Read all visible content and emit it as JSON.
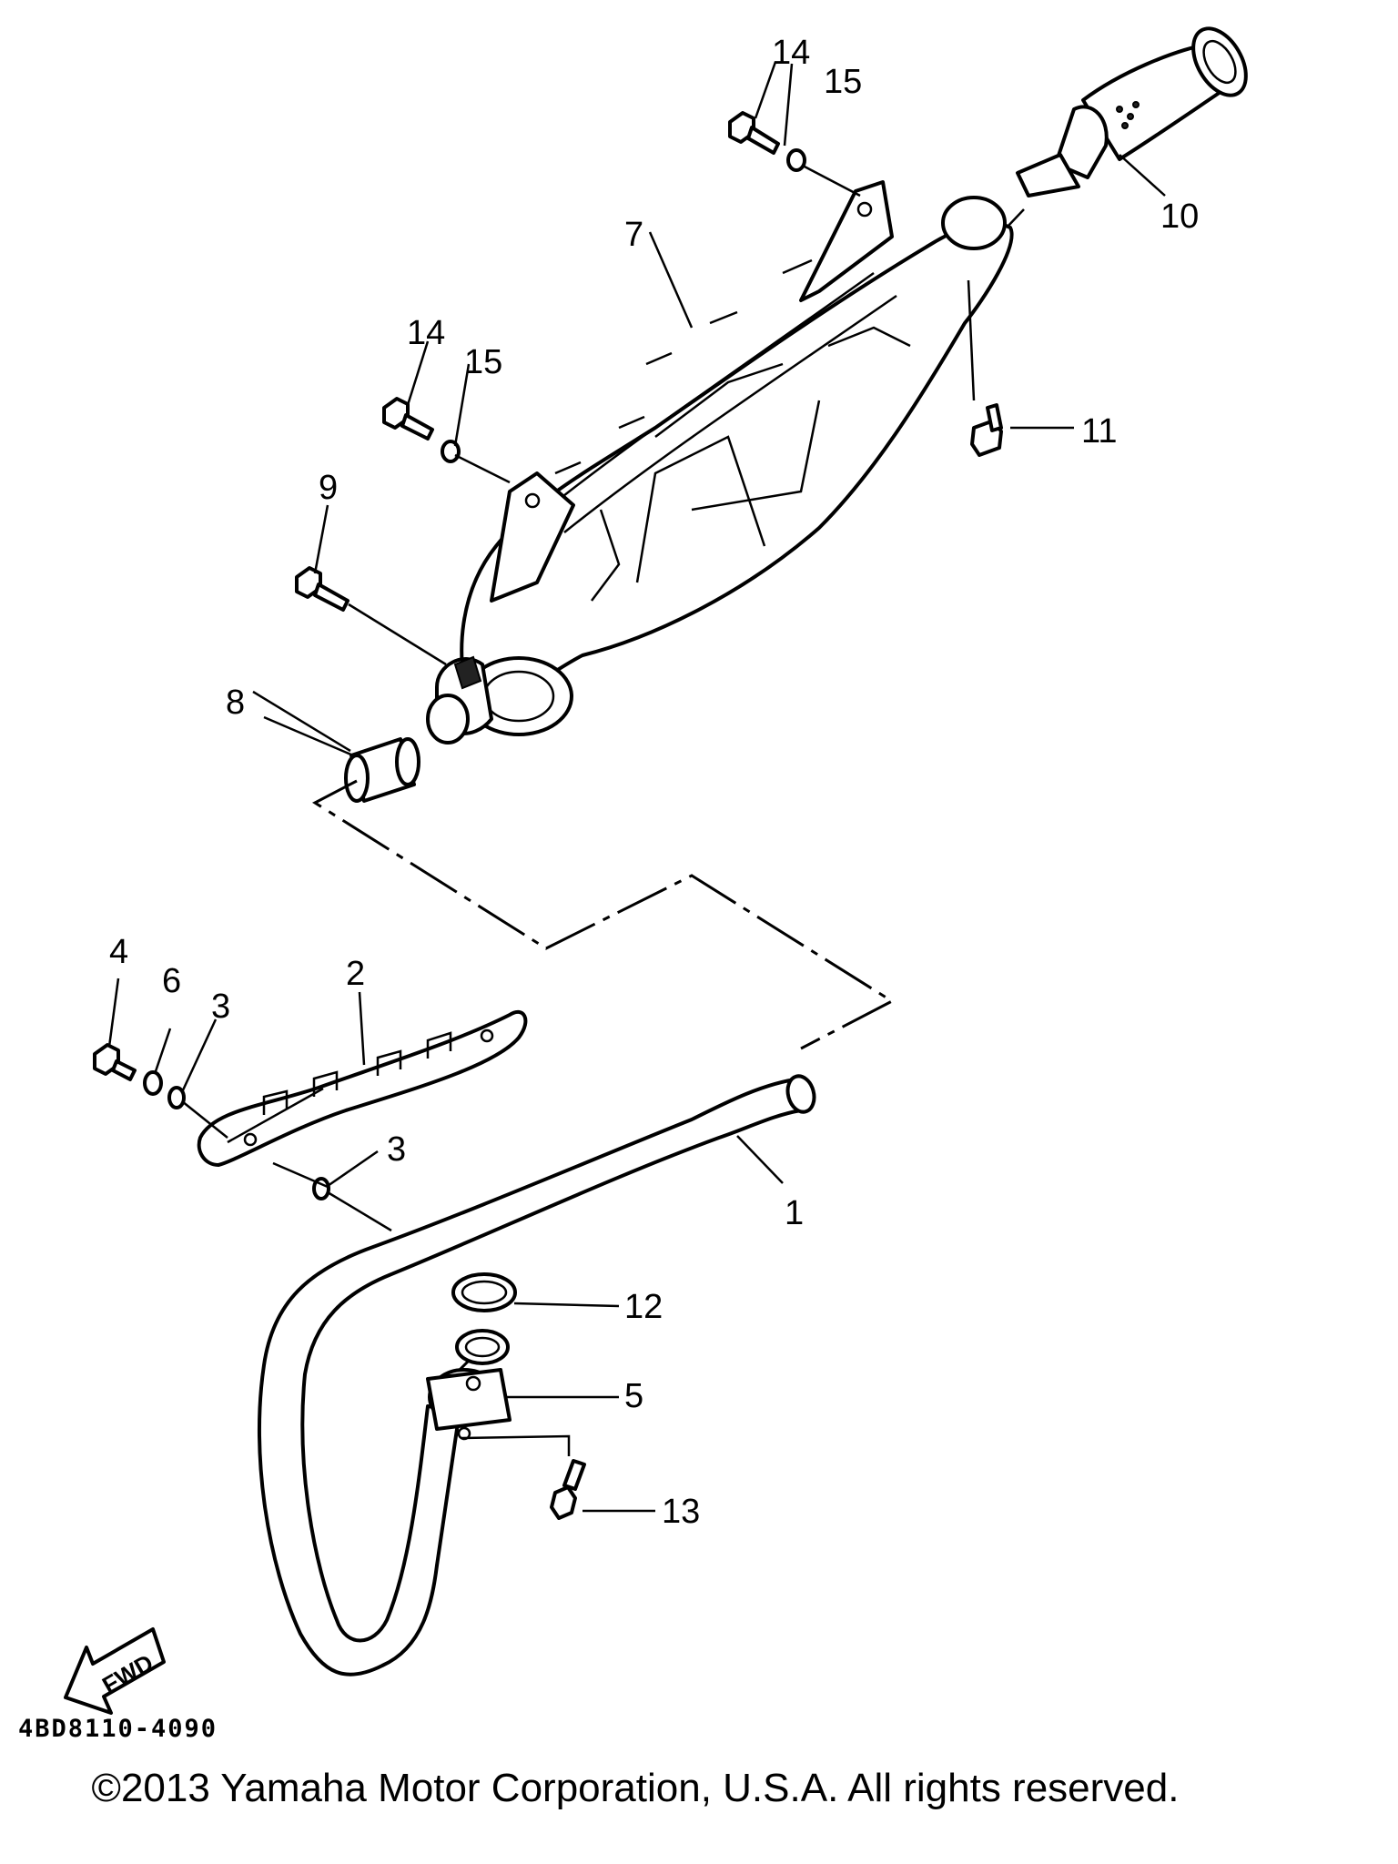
{
  "callouts": [
    "1",
    "2",
    "3",
    "3",
    "4",
    "5",
    "6",
    "7",
    "8",
    "9",
    "10",
    "11",
    "12",
    "13",
    "14",
    "14",
    "15",
    "15"
  ],
  "fwd_label": "FWD",
  "diagram_code": "4BD8110-4090",
  "copyright": "©2013 Yamaha Motor Corporation, U.S.A. All rights reserved."
}
